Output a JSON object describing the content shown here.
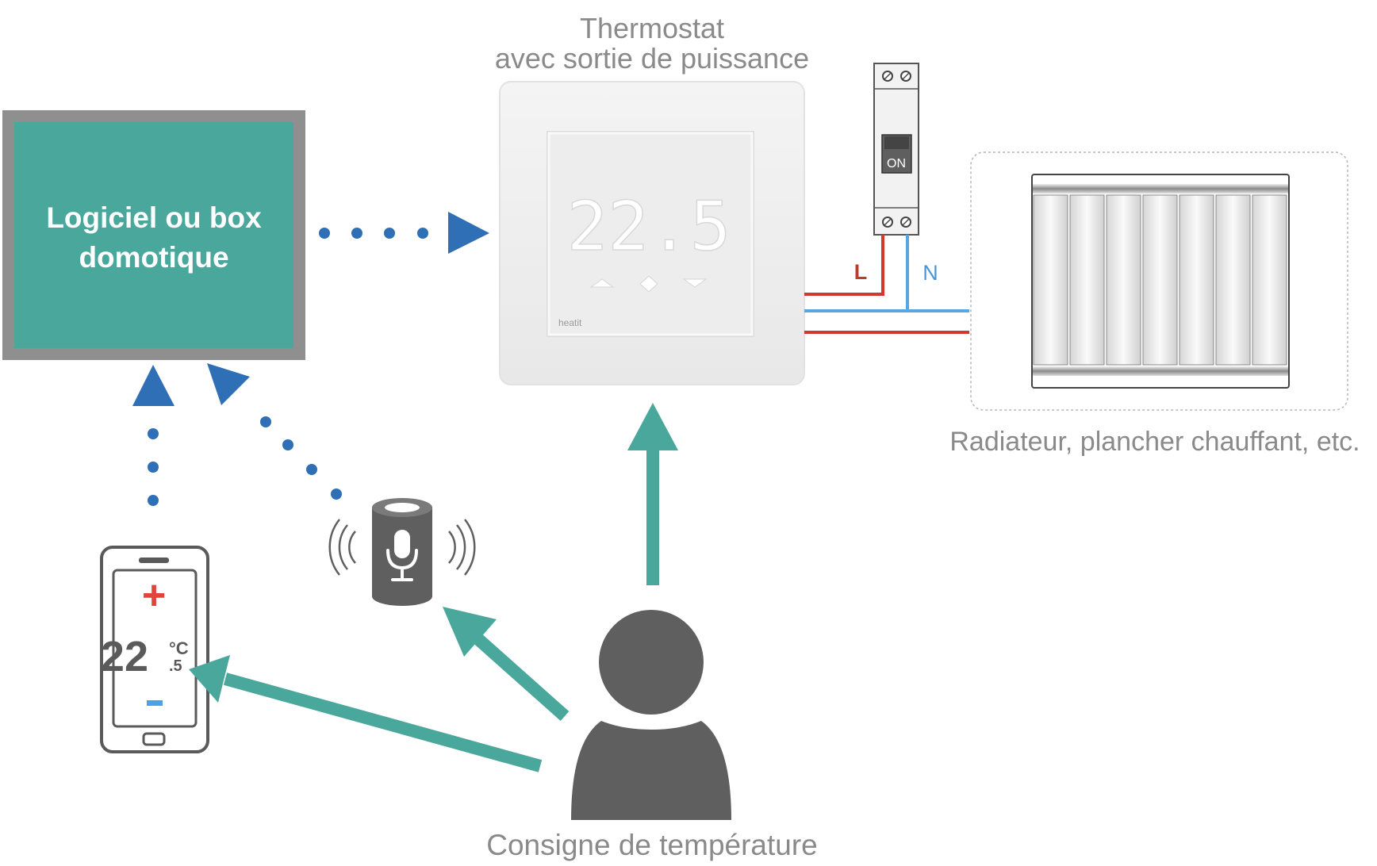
{
  "thermostat": {
    "title_line1": "Thermostat",
    "title_line2": "avec sortie de puissance",
    "display": "22.5",
    "brand": "heatit"
  },
  "home_automation_box": {
    "line1": "Logiciel ou box",
    "line2": "domotique"
  },
  "breaker": {
    "label": "ON"
  },
  "wires": {
    "live_label": "L",
    "neutral_label": "N"
  },
  "heater": {
    "caption": "Radiateur, plancher chauffant, etc."
  },
  "phone": {
    "temperature": "22",
    "decimal": ".5",
    "unit": "°C",
    "plus": "+",
    "minus": "-"
  },
  "user": {
    "caption": "Consigne de température"
  },
  "colors": {
    "teal": "#4aa79b",
    "blue_arrow": "#2f6fb5",
    "dark_grey": "#5f5f5f",
    "frame_grey": "#8f8f8f",
    "live_red": "#d0392b",
    "neutral_blue": "#5aa6e0",
    "phone_plus_red": "#e0443a",
    "phone_minus_blue": "#4aa3e8"
  },
  "icons": [
    "thermostat-icon",
    "circuit-breaker-icon",
    "radiator-icon",
    "smartphone-icon",
    "smart-speaker-icon",
    "microphone-icon",
    "user-icon"
  ]
}
